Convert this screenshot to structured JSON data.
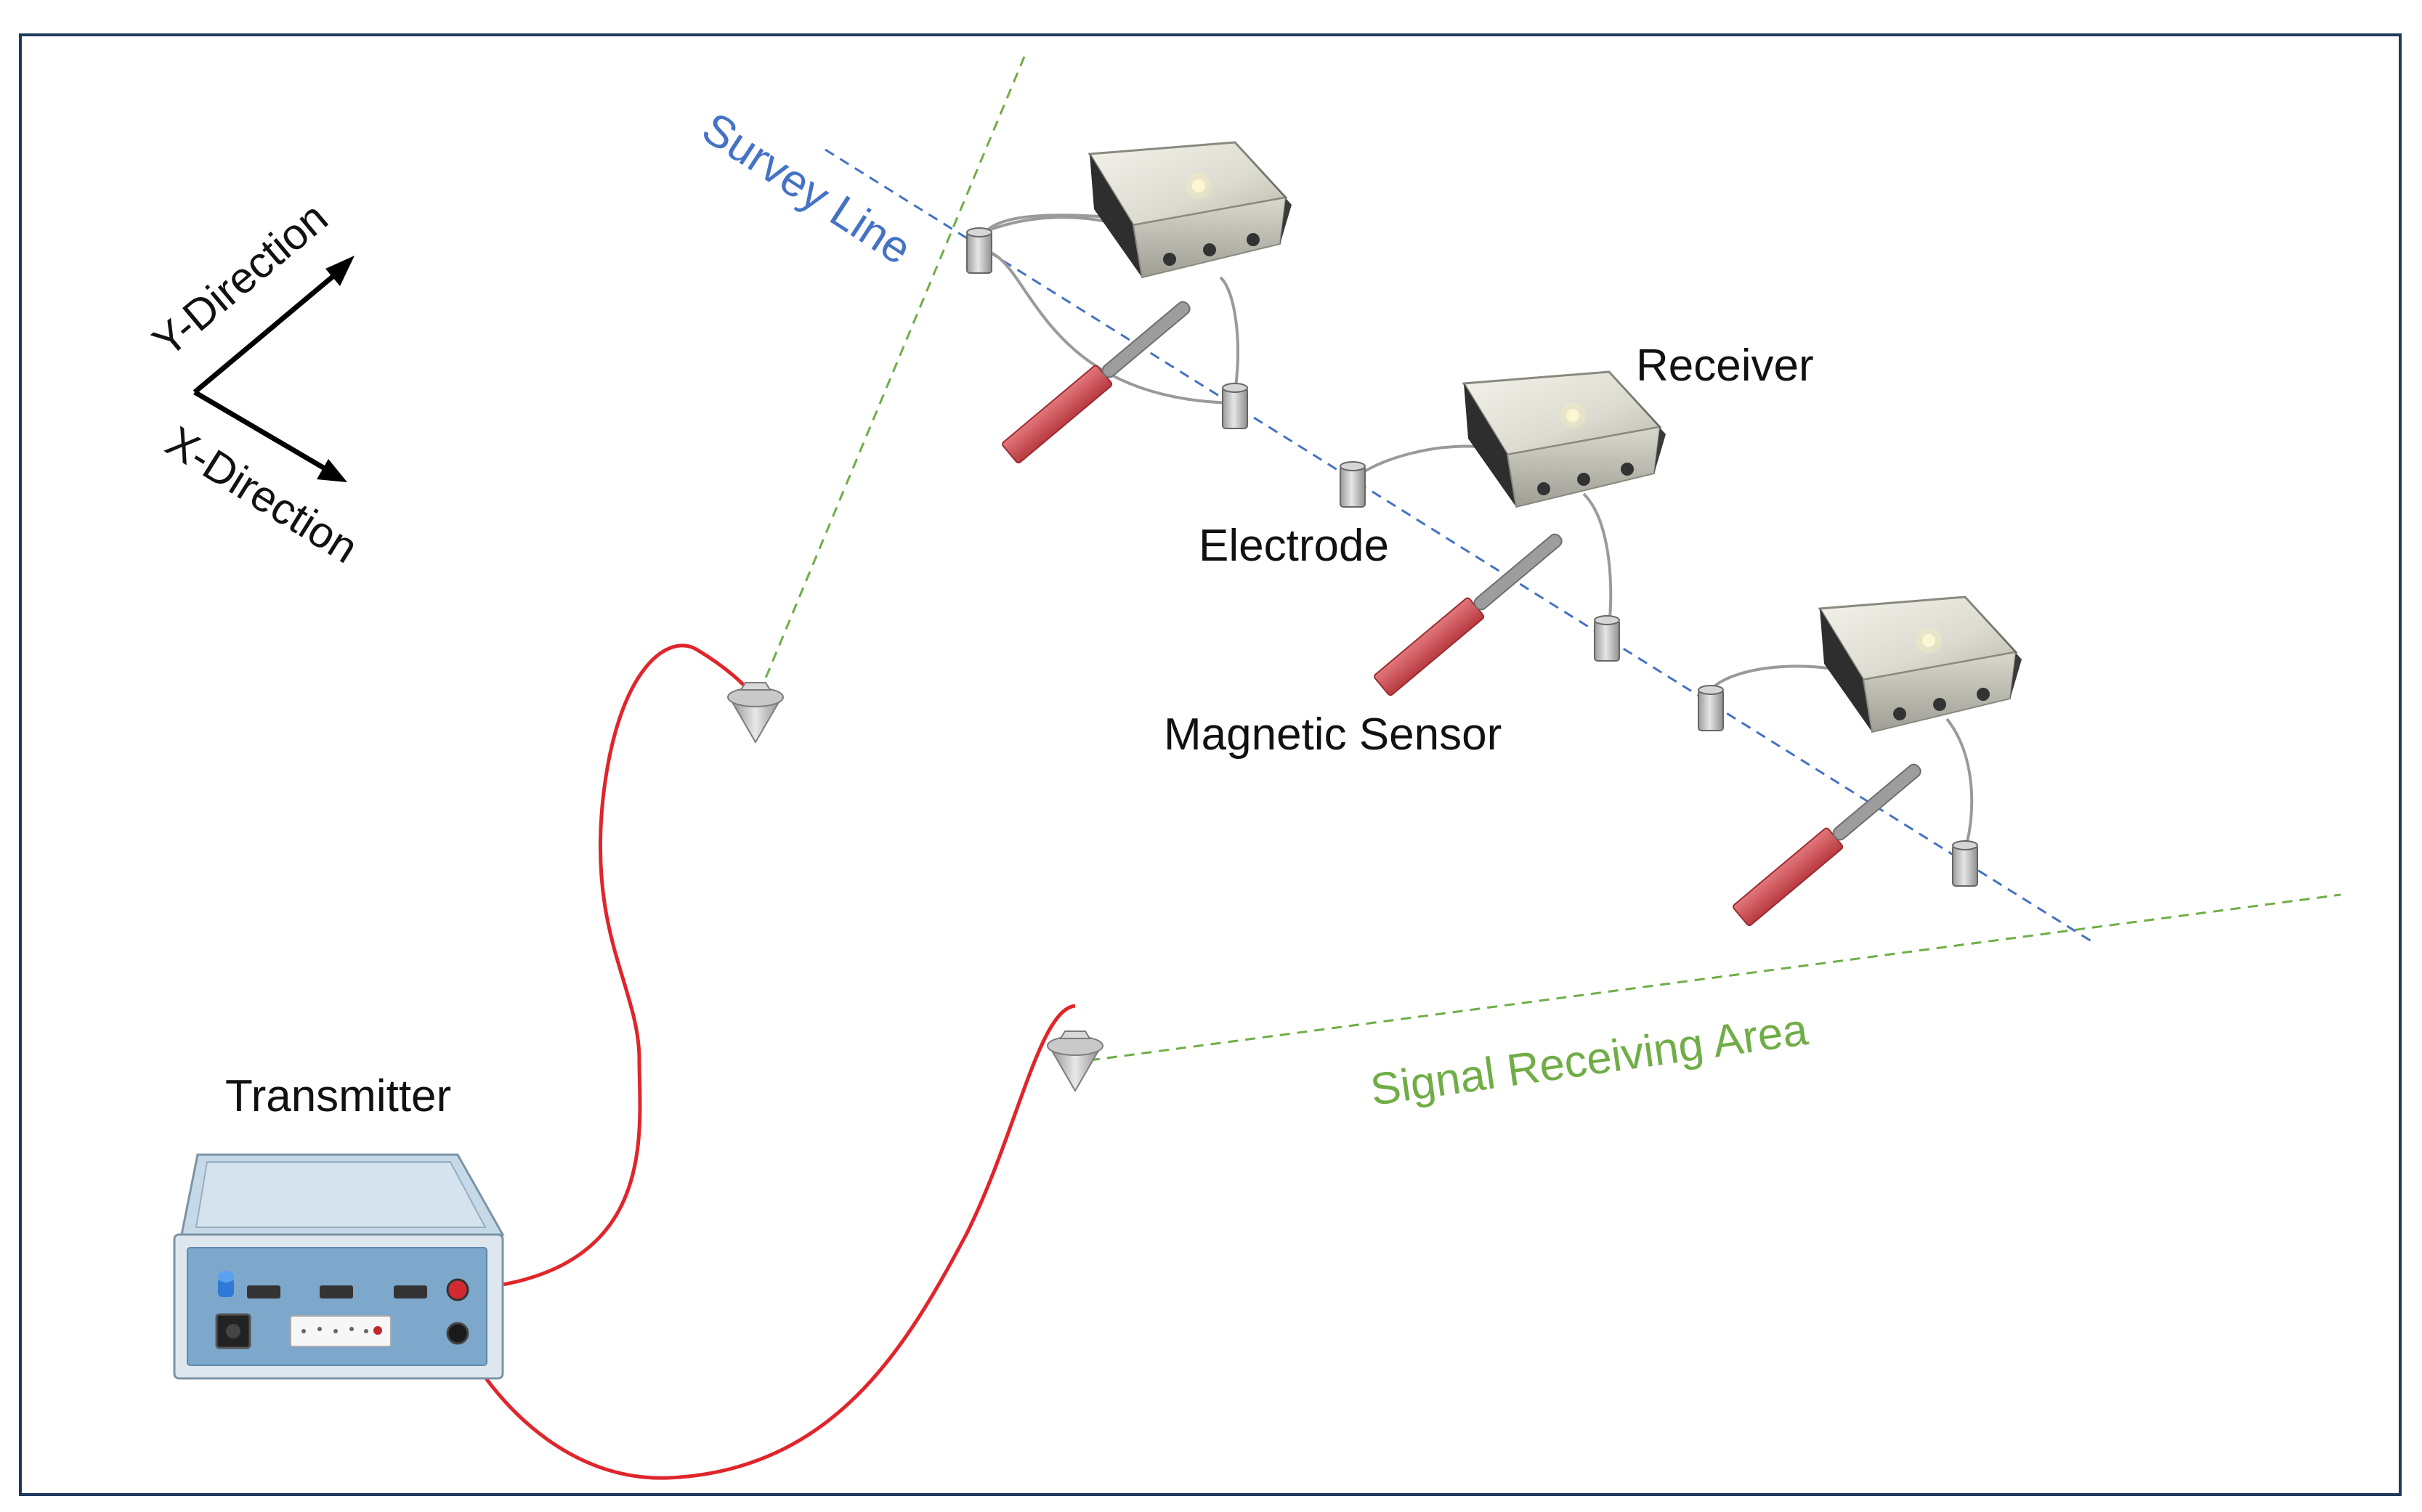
{
  "labels": {
    "y_direction": "Y-Direction",
    "x_direction": "X-Direction",
    "survey_line": "Survey Line",
    "receiver": "Receiver",
    "electrode": "Electrode",
    "magnetic_sensor": "Magnetic Sensor",
    "transmitter": "Transmitter",
    "signal_receiving_area": "Signal Receiving Area"
  },
  "colors": {
    "frame": "#1f3a5c",
    "survey_line": "#4472c4",
    "signal_area": "#70ad47",
    "cable": "#e0252b",
    "sensor": "#d44a4f",
    "transmitter_body": "#a9c6de",
    "text": "#111111"
  }
}
